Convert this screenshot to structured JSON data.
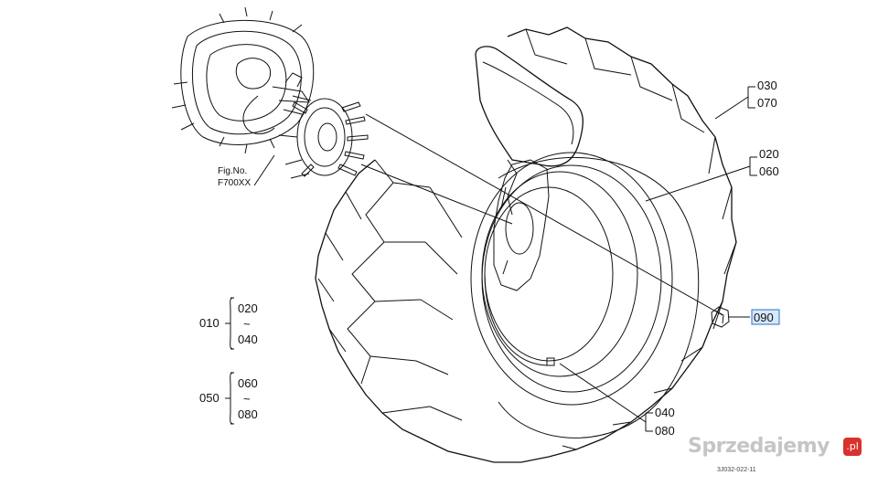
{
  "callouts": {
    "c030": "030",
    "c070": "070",
    "c020": "020",
    "c060": "060",
    "c090": "090",
    "c040": "040",
    "c080": "080"
  },
  "fig_ref": {
    "line1": "Fig.No.",
    "line2": "F700XX"
  },
  "groups": [
    {
      "id": "010",
      "from": "020",
      "tilde": "~",
      "to": "040"
    },
    {
      "id": "050",
      "from": "060",
      "tilde": "~",
      "to": "080"
    }
  ],
  "diagram_code": "3J032-022-11",
  "watermark": {
    "text": "Sprzedajemy",
    "badge": ".pl"
  },
  "colors": {
    "line": "#111111",
    "highlight_fill": "#d6e8fb",
    "highlight_stroke": "#2a72c8",
    "watermark_badge": "#d9312b"
  }
}
